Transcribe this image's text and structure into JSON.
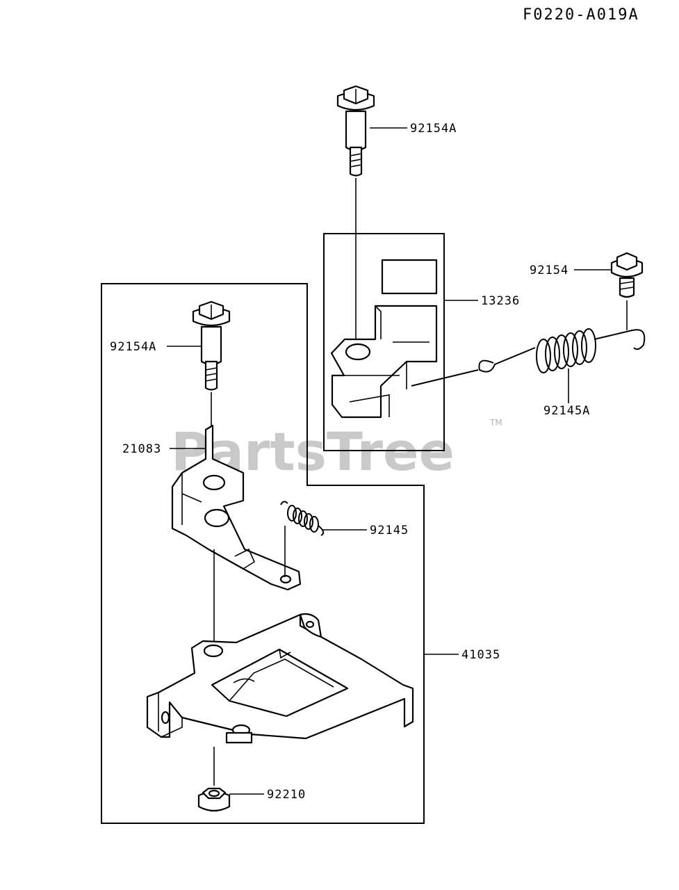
{
  "diagram": {
    "code": "F0220-A019A",
    "watermark": "PartsTree",
    "watermark_mark": "TM",
    "labels": {
      "bolt_top": "92154A",
      "bracket_13236": "13236",
      "bolt_small": "92154",
      "spring_large": "92145A",
      "bolt_left": "92154A",
      "lever": "21083",
      "spring_small": "92145",
      "plate": "41035",
      "nut": "92210"
    }
  }
}
